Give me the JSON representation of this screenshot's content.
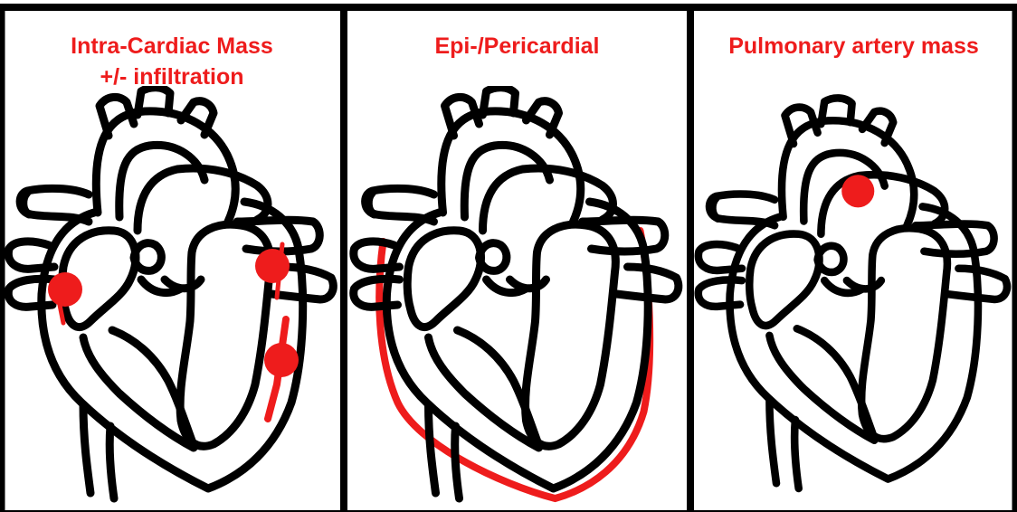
{
  "colors": {
    "accent": "#ee1c1c",
    "ink": "#000000",
    "background": "#ffffff"
  },
  "panels": [
    {
      "title_line1": "Intra-Cardiac Mass",
      "title_line2": "+/- infiltration"
    },
    {
      "title_line1": "Epi-/Pericardial",
      "title_line2": ""
    },
    {
      "title_line1": "Pulmonary artery mass",
      "title_line2": ""
    }
  ]
}
